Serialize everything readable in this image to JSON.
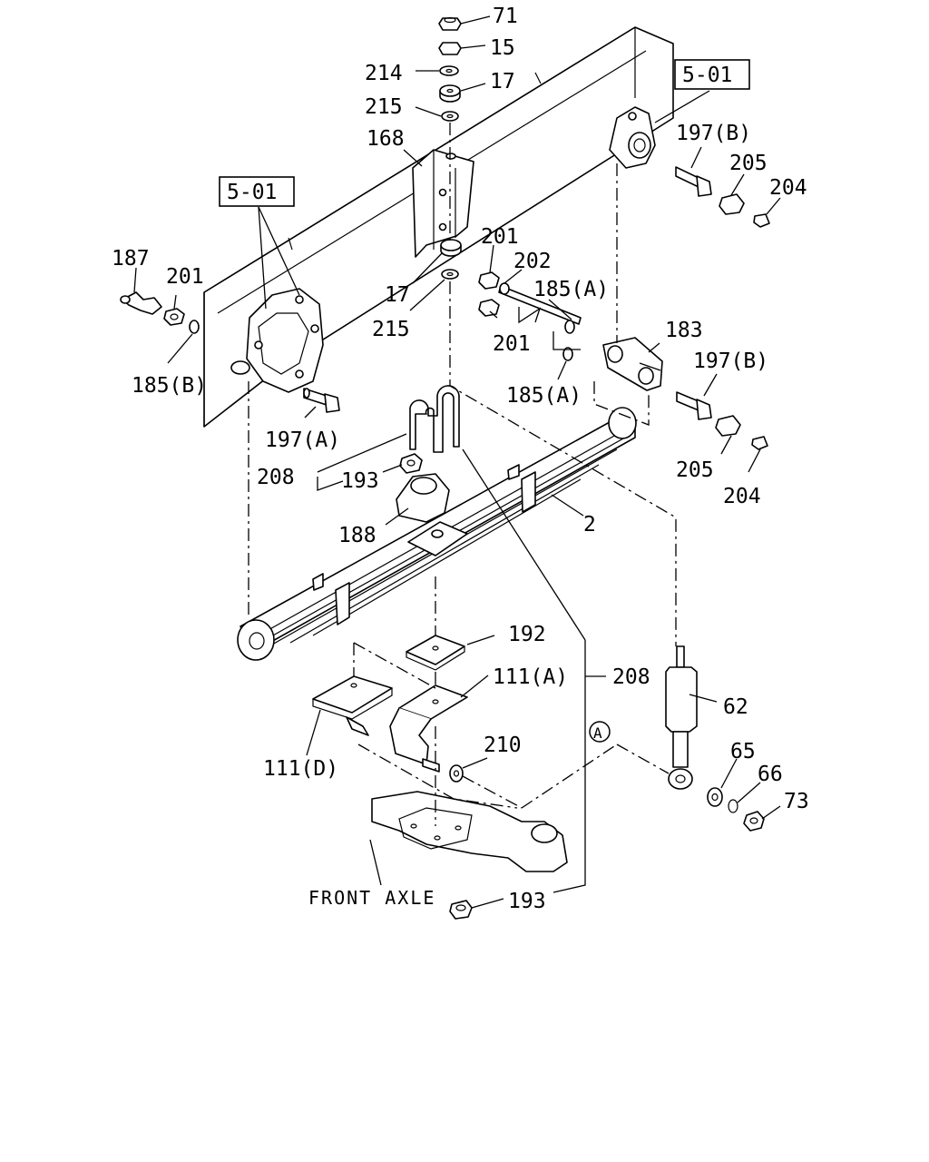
{
  "diagram": {
    "callouts": {
      "c71": "71",
      "c15": "15",
      "c214": "214",
      "c17_top": "17",
      "c215_top": "215",
      "c168": "168",
      "c17_mid": "17",
      "c215_mid": "215",
      "c201_left": "201",
      "c187": "187",
      "c185b": "185(B)",
      "c197a": "197(A)",
      "c201_r1": "201",
      "c202": "202",
      "c185a_1": "185(A)",
      "c201_r2": "201",
      "c185a_2": "185(A)",
      "c183": "183",
      "c197b_top": "197(B)",
      "c205_top": "205",
      "c204_top": "204",
      "c197b_mid": "197(B)",
      "c205_mid": "205",
      "c204_mid": "204",
      "c208_left": "208",
      "c193_mid": "193",
      "c188": "188",
      "c2": "2",
      "c192": "192",
      "c111a": "111(A)",
      "c208_right": "208",
      "c62": "62",
      "c111d": "111(D)",
      "c210": "210",
      "c65": "65",
      "c66": "66",
      "c73": "73",
      "c193_bottom": "193",
      "circle_a": "A"
    },
    "ref_boxes": {
      "left": "5-01",
      "right": "5-01"
    },
    "labels": {
      "front_axle": "FRONT AXLE"
    }
  }
}
